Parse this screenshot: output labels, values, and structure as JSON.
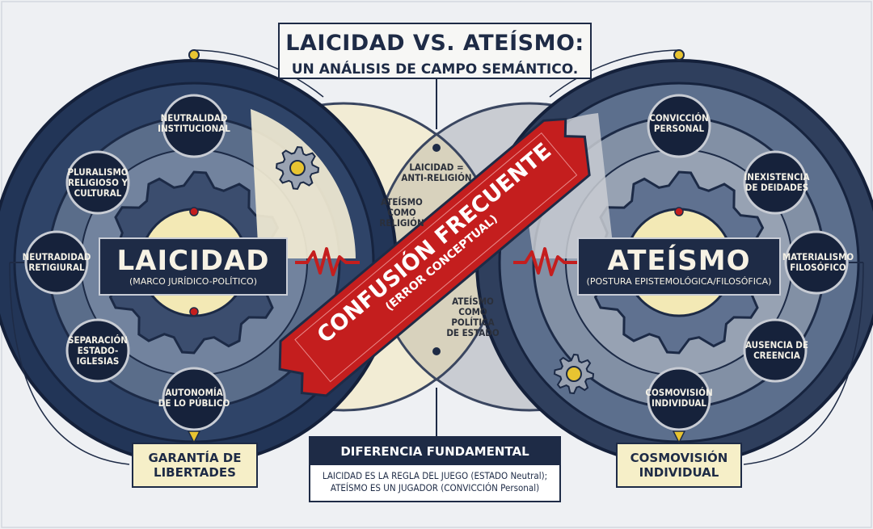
{
  "title": {
    "main": "LAICIDAD VS. ATEÍSMO:",
    "sub": "UN ANÁLISIS DE CAMPO SEMÁNTICO."
  },
  "left": {
    "name": "LAICIDAD",
    "subtitle": "(MARCO JURÍDICO-POLÍTICO)",
    "nodes": [
      "NEUTRALIDAD\nINSTITUCIONAL",
      "PLURALISMO\nRELIGIOSO Y\nCULTURAL",
      "NEUTRADIDAD\nRETIGIURAL",
      "SEPARACIÓN\nESTADO-\nIGLESIAS",
      "AUTONOMÍA\nDE LO PÚBLICO"
    ],
    "footer": "GARANTÍA DE\nLIBERTADES"
  },
  "right": {
    "name": "ATEÍSMO",
    "subtitle": "(POSTURA EPISTEMOLÓGICA/FILOSÓFICA)",
    "nodes": [
      "CONVICCIÓN\nPERSONAL",
      "INEXISTENCIA\nDE DEIDADES",
      "MATERIALISMO\nFILOSÓFICO",
      "AUSENCIA DE\nCREENCIA",
      "COSMOVISIÓN\nINDIVIDUAL"
    ],
    "footer": "COSMOVISIÓN\nINDIVIDUAL"
  },
  "overlap": {
    "items": [
      "LAICIDAD =\nANTI-RELIGIÓN",
      "ATEÍSMO\nCOMO\nRELIGIÓN",
      "ATEÍSMO\nCOMO\nPOLÍTICA\nDE ESTADO"
    ]
  },
  "banner": {
    "main": "CONFUSIÓN FRECUENTE",
    "sub": "(ERROR CONCEPTUAL)",
    "color": "#c41e1e"
  },
  "difference": {
    "header": "DIFERENCIA FUNDAMENTAL",
    "body": "LAICIDAD ES LA REGLA DEL JUEGO (ESTADO Neutral);\nATEÍSMO ES UN JUGADOR (CONVICCIÓN Personal)"
  },
  "colors": {
    "navy": "#1e2b46",
    "slate": "#4d6282",
    "cream": "#f4eed2",
    "red": "#c41e1e",
    "gold": "#e8c431"
  }
}
